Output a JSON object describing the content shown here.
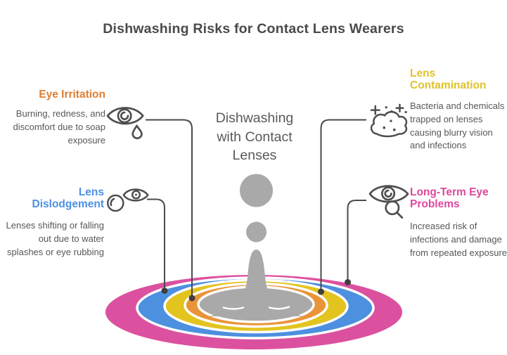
{
  "title": "Dishwashing Risks for Contact Lens Wearers",
  "center": {
    "label": "Dishwashing\nwith Contact\nLenses"
  },
  "risks": [
    {
      "id": "eye-irritation",
      "heading": "Eye Irritation",
      "description": "Burning, redness, and\ndiscomfort due to soap\nexposure",
      "icon": "eye-tear-icon",
      "ring": "orange"
    },
    {
      "id": "lens-contamination",
      "heading": "Lens\nContamination",
      "description": "Bacteria and chemicals\ntrapped on lenses\ncausing blurry vision\nand infections",
      "icon": "germ-cloud-icon",
      "ring": "yellow"
    },
    {
      "id": "lens-dislodgement",
      "heading": "Lens\nDislodgement",
      "description": "Lenses shifting or falling\nout due to water\nsplashes or eye rubbing",
      "icon": "lens-out-icon",
      "ring": "blue"
    },
    {
      "id": "long-term-eye-problems",
      "heading": "Long-Term Eye\nProblems",
      "description": "Increased risk of\ninfections and damage\nfrom repeated exposure",
      "icon": "eye-magnifier-icon",
      "ring": "pink"
    }
  ],
  "colors": {
    "orange": "#dd7e33",
    "yellow": "#e0c22b",
    "blue": "#4d90e2",
    "pink": "#e0489d",
    "ring_orange": "#ea9439",
    "ring_yellow": "#e3c41f",
    "ring_blue": "#4d90df",
    "ring_pink": "#dc519f",
    "splash_gray": "#a9a9a9",
    "connector": "#4a4a4a",
    "dot": "#3f3f3f",
    "title_text": "#4a4a4a",
    "body_text": "#56575b"
  }
}
